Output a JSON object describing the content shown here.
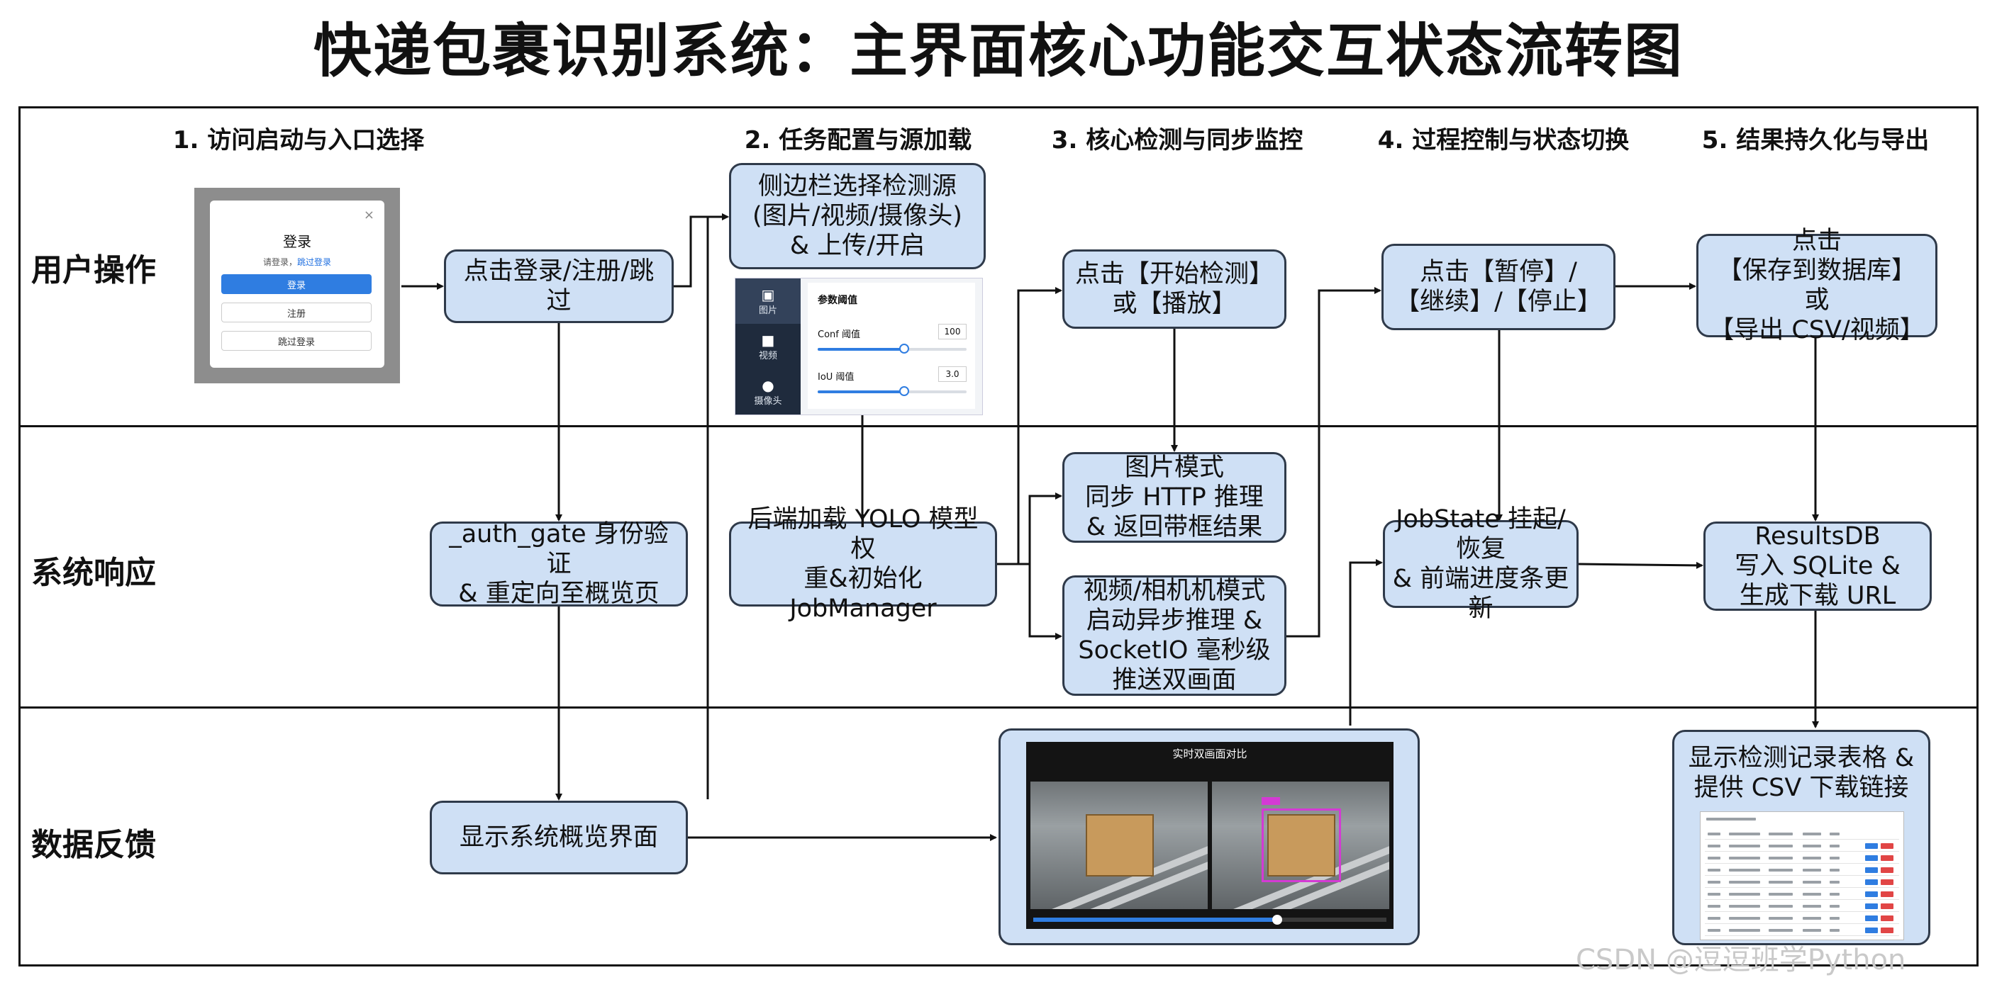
{
  "title": "快递包裹识别系统：主界面核心功能交互状态流转图",
  "columns": [
    "1. 访问启动与入口选择",
    "2. 任务配置与源加载",
    "3. 核心检测与同步监控",
    "4. 过程控制与状态切换",
    "5. 结果持久化与导出"
  ],
  "lanes": [
    "用户操作",
    "系统响应",
    "数据反馈"
  ],
  "nodes": {
    "login_click": "点击登录/注册/跳过",
    "select_source": "侧边栏选择检测源\n(图片/视频/摄像头)\n& 上传/开启",
    "start_detect": "点击【开始检测】\n或【播放】",
    "pause_control": "点击【暂停】/\n【继续】/【停止】",
    "save_export": "点击\n【保存到数据库】或\n【导出 CSV/视频】",
    "auth_gate": "_auth_gate 身份验证\n& 重定向至概览页",
    "load_model": "后端加载 YOLO 模型权\n重&初始化 JobManager",
    "image_mode": "图片模式\n同步 HTTP 推理\n& 返回带框结果",
    "video_mode": "视频/相机机模式\n启动异步推理 &\nSocketIO 毫秒级\n推送双画面",
    "jobstate": "JobState 挂起/恢复\n& 前端进度条更新",
    "resultsdb": "ResultsDB\n写入 SQLite &\n生成下载 URL",
    "overview": "显示系统概览界面",
    "table_feedback": "显示检测记录表格 &\n提供 CSV 下载链接"
  },
  "login_mock": {
    "title": "登录",
    "subtitle": "请登录，",
    "skip_link": "跳过登录",
    "login_btn": "登录",
    "register_btn": "注册",
    "skip_btn": "跳过登录",
    "close": "×"
  },
  "param_mock": {
    "title": "参数阈值",
    "nav_image": "图片",
    "nav_video": "视频",
    "nav_camera": "摄像头",
    "conf_label": "Conf 阈值",
    "conf_value": "100",
    "conf_level": 0.58,
    "iou_label": "IoU 阈值",
    "iou_value": "3.0",
    "iou_level": 0.58
  },
  "video_mock": {
    "title": "实时双画面对比",
    "progress": 0.69
  },
  "watermark": "CSDN @逗逗班学Python",
  "colors": {
    "node_fill": "#cfe0f5",
    "node_border": "#2f3a4a",
    "accent": "#2f7de1"
  }
}
